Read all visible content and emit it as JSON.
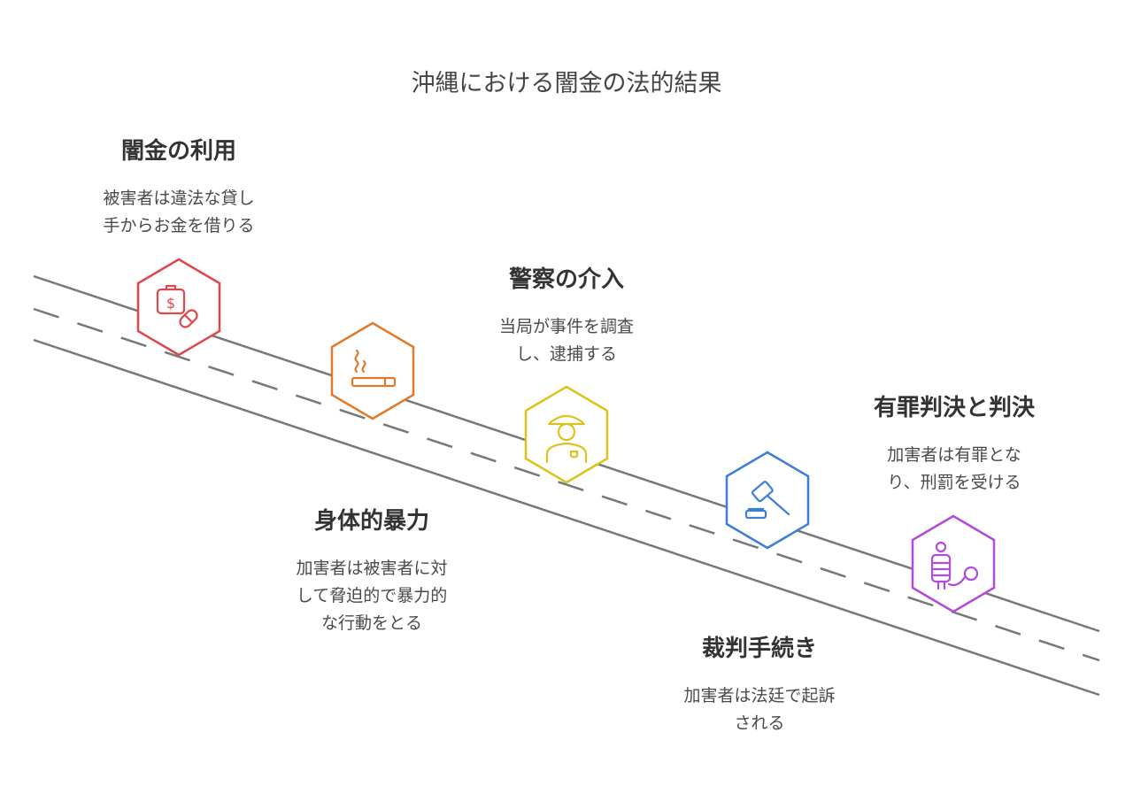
{
  "title": "沖縄における闇金の法的結果",
  "steps": [
    {
      "title": "闇金の利用",
      "desc": [
        "被害者は違法な貸し",
        "手からお金を借りる"
      ],
      "icon": "money-bag-pill-icon",
      "color": "#e0474c"
    },
    {
      "title": "身体的暴力",
      "desc": [
        "加害者は被害者に対",
        "して脅迫的で暴力的",
        "な行動をとる"
      ],
      "icon": "cigarette-icon",
      "color": "#e07a2a"
    },
    {
      "title": "警察の介入",
      "desc": [
        "当局が事件を調査",
        "し、逮捕する"
      ],
      "icon": "police-officer-icon",
      "color": "#dcc21a"
    },
    {
      "title": "裁判手続き",
      "desc": [
        "加害者は法廷で起訴",
        "される"
      ],
      "icon": "gavel-icon",
      "color": "#3d7fd8"
    },
    {
      "title": "有罪判決と判決",
      "desc": [
        "加害者は有罪とな",
        "り、刑罰を受ける"
      ],
      "icon": "prisoner-ball-chain-icon",
      "color": "#b14bd8"
    }
  ]
}
